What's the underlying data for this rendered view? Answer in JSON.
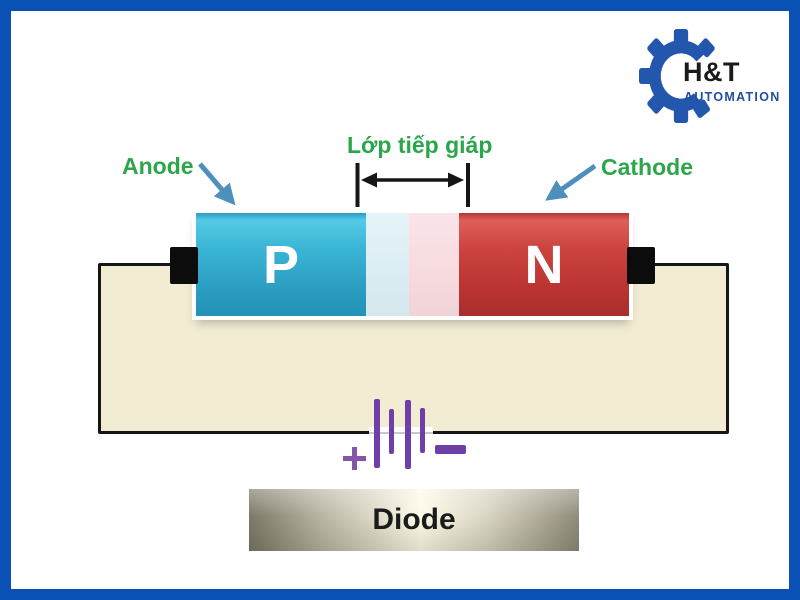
{
  "logo": {
    "name": "H&T",
    "subtitle": "AUTOMATION"
  },
  "labels": {
    "anode": "Anode",
    "junction": "Lớp tiếp giáp",
    "cathode": "Cathode"
  },
  "diode": {
    "p_label": "P",
    "n_label": "N",
    "caption": "Diode"
  },
  "battery": {
    "positive_symbol": "+",
    "negative_symbol": "−"
  },
  "colors": {
    "frame-blue": "#0a51b5",
    "logo-blue": "#2257ad",
    "logo-text-blue": "#1f4f9e",
    "label-green": "#2ca64a",
    "pointer-blue": "#4f8fbe",
    "battery-purple": "#6f3fa8",
    "battery-purple-light": "#8456aa",
    "circuit-beige": "#f2ecd2",
    "wire-black": "#161616",
    "p-teal": "#2fa9c9",
    "n-red": "#c83a37",
    "depletion-blue": "#dceef3",
    "depletion-pink": "#f7dce0"
  }
}
